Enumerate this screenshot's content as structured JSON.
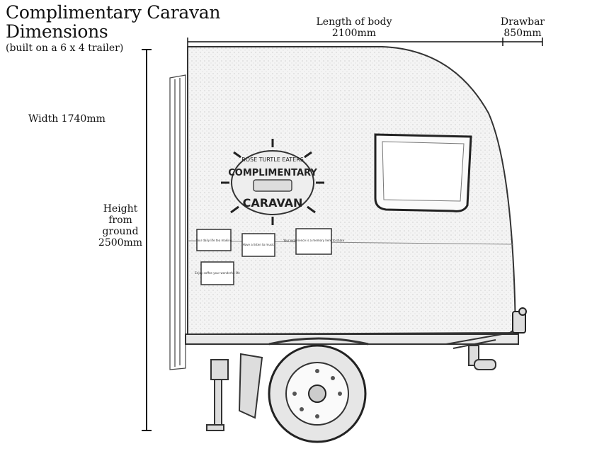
{
  "header": {
    "title": "Complimentary Caravan Dimensions",
    "subtitle": "(built on a 6 x 4 trailer)"
  },
  "dimensions": {
    "length": "Length of body\n2100mm",
    "drawbar": "Drawbar\n850mm",
    "width": "Width 1740mm",
    "height": "Height\nfrom\nground\n2500mm"
  },
  "logo": {
    "top_text": "ROSE TURTLE EATERS",
    "main_line1": "COMPLIMENTARY",
    "main_line2": "CARAVAN"
  },
  "notes": [
    "Your daily life tea making",
    "Have a listen to music",
    "Your experience is a memory here to share",
    "Enjoy coffee your wonderful life"
  ]
}
